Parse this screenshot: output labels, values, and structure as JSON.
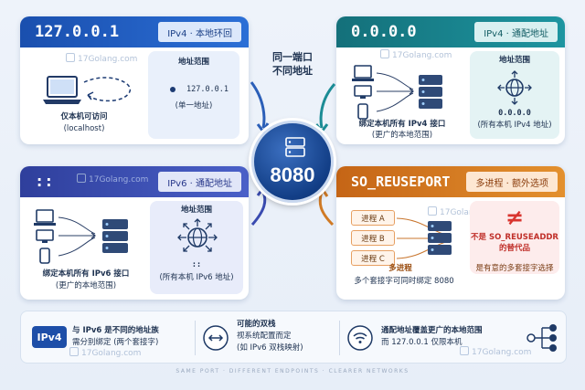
{
  "cards": {
    "ipv4_local": {
      "title": "127.0.0.1",
      "tag": "IPv4 · 本地环回",
      "caption_line1": "仅本机可访问",
      "caption_line2": "(localhost)",
      "range_title": "地址范围",
      "range_value": "127.0.0.1",
      "range_note": "(单一地址)",
      "color": "#1c58b8"
    },
    "ipv4_any": {
      "title": "0.0.0.0",
      "tag": "IPv4 · 通配地址",
      "caption_line1": "绑定本机所有 IPv4 接口",
      "caption_line2": "(更广的本地范围)",
      "range_title": "地址范围",
      "range_value": "0.0.0.0",
      "range_note": "(所有本机 IPv4 地址)",
      "color": "#177c86"
    },
    "ipv6_any": {
      "title": "::",
      "tag": "IPv6 · 通配地址",
      "caption_line1": "绑定本机所有 IPv6 接口",
      "caption_line2": "(更广的本地范围)",
      "range_title": "地址范围",
      "range_value": "::",
      "range_note": "(所有本机 IPv6 地址)",
      "color": "#3447a8"
    },
    "reuseport": {
      "title": "SO_REUSEPORT",
      "tag": "多进程 · 额外选项",
      "processes": [
        "进程 A",
        "进程 B",
        "进程 C"
      ],
      "multi_label": "多进程",
      "caption": "多个套接字可同时绑定 8080",
      "not_label_line1": "不是 SO_REUSEADDR",
      "not_label_line2": "的替代品",
      "intentional": "是有意的多套接字选择",
      "color": "#c86a1c"
    }
  },
  "center": {
    "port": "8080",
    "note_line1": "同一端口",
    "note_line2": "不同地址"
  },
  "bottom": {
    "badge": "IPv4",
    "item1_line1": "与 IPv6 是不同的地址族",
    "item1_line2": "需分别绑定 (两个套接字)",
    "item2_line1": "可能的双栈",
    "item2_line2": "视系统配置而定",
    "item2_line3": "(如 IPv6 双栈映射)",
    "item3_line1": "通配地址覆盖更广的本地范围",
    "item3_line2": "而 127.0.0.1 仅限本机"
  },
  "watermark": "17Golang.com",
  "footer": "SAME PORT · DIFFERENT ENDPOINTS · CLEARER NETWORKS",
  "icons": {
    "laptop": "laptop-icon",
    "server": "server-icon",
    "globe": "globe-icon",
    "wifi": "wifi-icon",
    "swap": "swap-arrows-icon",
    "not_equal": "not-equal-icon"
  }
}
